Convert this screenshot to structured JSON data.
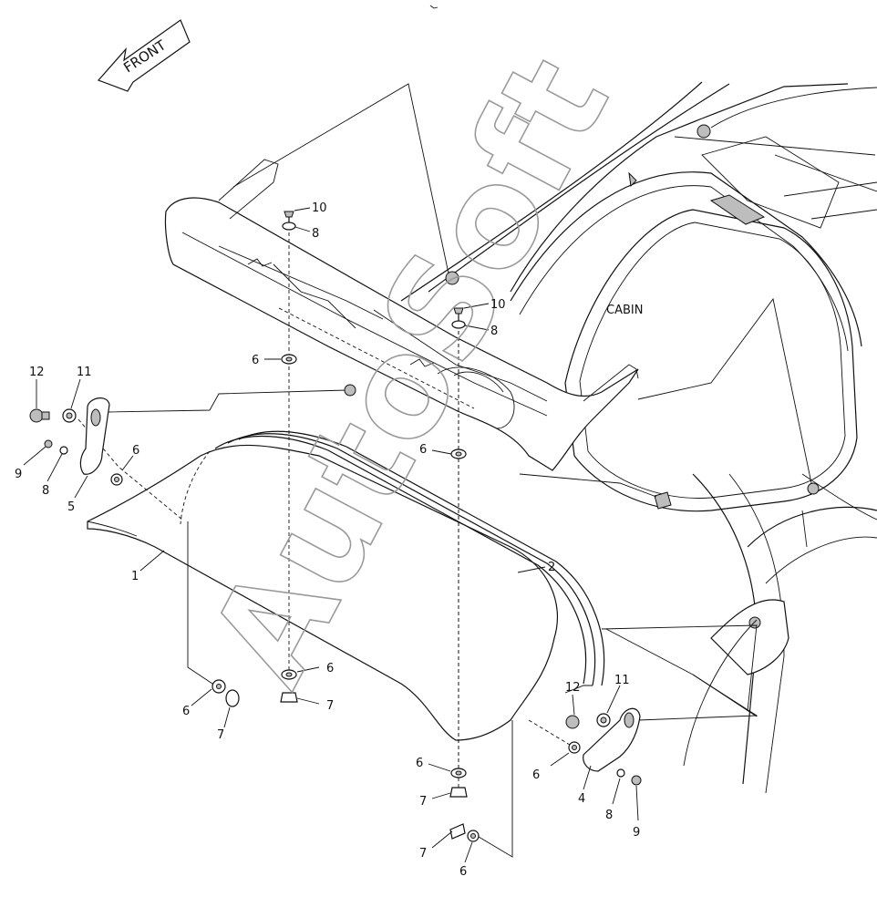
{
  "diagram": {
    "front_label": "FRONT",
    "cabin_label": "CABIN",
    "watermark": "AutoSoft",
    "callouts": {
      "c1": "1",
      "c2": "2",
      "c4": "4",
      "c5": "5",
      "c6a": "6",
      "c6b": "6",
      "c6c": "6",
      "c6d": "6",
      "c6e": "6",
      "c6f": "6",
      "c6g": "6",
      "c6h": "6",
      "c7a": "7",
      "c7b": "7",
      "c7c": "7",
      "c7d": "7",
      "c8a": "8",
      "c8b": "8",
      "c8c": "8",
      "c8d": "8",
      "c9a": "9",
      "c9b": "9",
      "c10a": "10",
      "c10b": "10",
      "c11a": "11",
      "c11b": "11",
      "c12a": "12",
      "c12b": "12"
    }
  }
}
